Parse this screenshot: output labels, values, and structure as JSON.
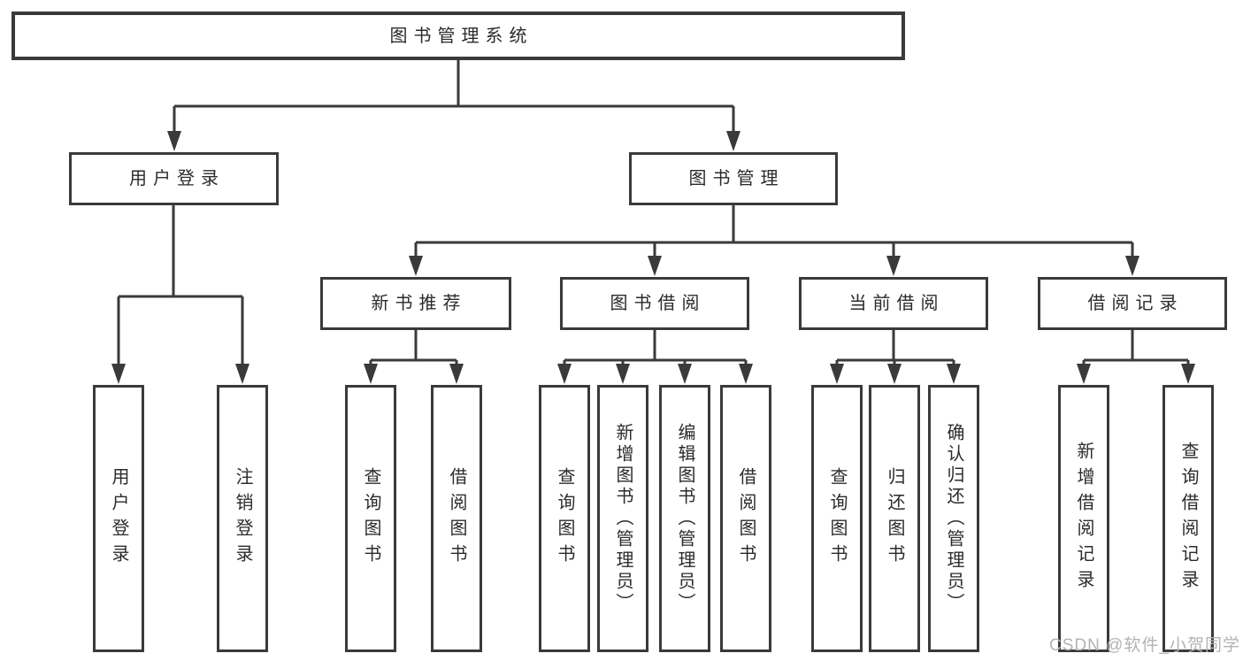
{
  "diagram": {
    "root": "图书管理系统",
    "branches": [
      {
        "label": "用户登录",
        "children": [
          "用户登录",
          "注销登录"
        ]
      },
      {
        "label": "图书管理",
        "groups": [
          {
            "label": "新书推荐",
            "children": [
              "查询图书",
              "借阅图书"
            ]
          },
          {
            "label": "图书借阅",
            "children": [
              "查询图书",
              "新增图书（管理员）",
              "编辑图书（管理员）",
              "借阅图书"
            ]
          },
          {
            "label": "当前借阅",
            "children": [
              "查询图书",
              "归还图书",
              "确认归还（管理员）"
            ]
          },
          {
            "label": "借阅记录",
            "children": [
              "新增借阅记录",
              "查询借阅记录"
            ]
          }
        ]
      }
    ]
  },
  "colors": {
    "line": "#3a3a3a",
    "text": "#2b2b2b",
    "watermark": "#b3b3b3",
    "background": "#ffffff"
  },
  "watermark": "CSDN @软件_小贺同学"
}
